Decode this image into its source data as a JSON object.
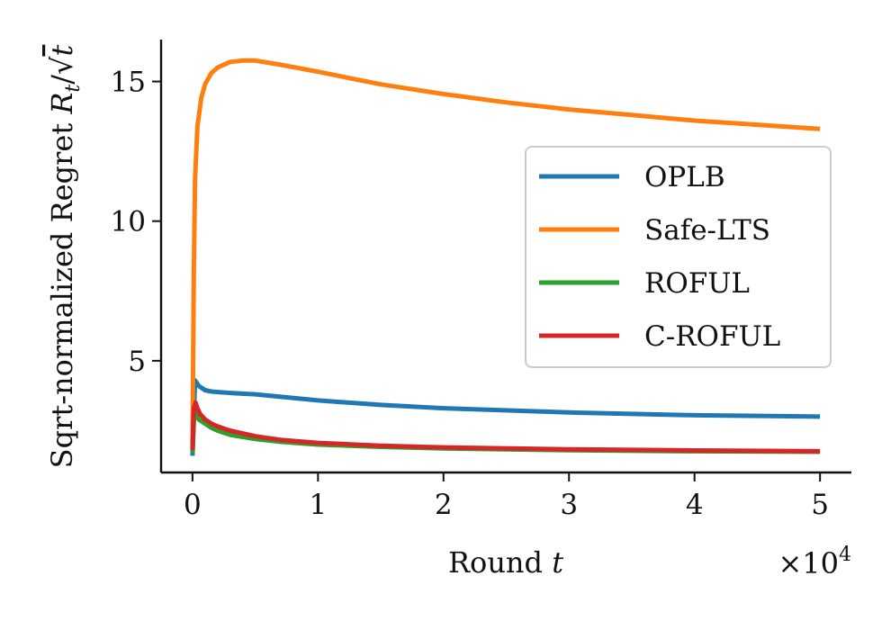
{
  "chart_data": {
    "type": "line",
    "xlabel": "Round t",
    "ylabel": "Sqrt-normalized Regret R_t/√t",
    "x_multiplier_label": "×10^4",
    "xlim": [
      -2500,
      52500
    ],
    "ylim": [
      1.0,
      16.5
    ],
    "xticks": [
      0,
      10000,
      20000,
      30000,
      40000,
      50000
    ],
    "xtick_labels": [
      "0",
      "1",
      "2",
      "3",
      "4",
      "5"
    ],
    "yticks": [
      5,
      10,
      15
    ],
    "ytick_labels": [
      "5",
      "10",
      "15"
    ],
    "grid": false,
    "legend_position": "center-right",
    "series": [
      {
        "name": "OPLB",
        "color": "#1f77b4",
        "x": [
          0,
          200,
          500,
          1000,
          1500,
          2000,
          3000,
          5000,
          10000,
          15000,
          20000,
          30000,
          40000,
          50000
        ],
        "y": [
          1.6,
          4.3,
          4.1,
          3.95,
          3.9,
          3.88,
          3.85,
          3.8,
          3.58,
          3.42,
          3.3,
          3.15,
          3.05,
          3.0
        ]
      },
      {
        "name": "Safe-LTS",
        "color": "#ff7f0e",
        "x": [
          0,
          100,
          200,
          400,
          700,
          1000,
          1500,
          2000,
          3000,
          4000,
          5000,
          7000,
          10000,
          15000,
          20000,
          25000,
          30000,
          35000,
          40000,
          45000,
          50000
        ],
        "y": [
          2.0,
          8.0,
          11.5,
          13.4,
          14.4,
          14.9,
          15.3,
          15.5,
          15.7,
          15.75,
          15.75,
          15.6,
          15.35,
          14.9,
          14.55,
          14.25,
          14.0,
          13.8,
          13.6,
          13.45,
          13.3
        ]
      },
      {
        "name": "ROFUL",
        "color": "#2ca02c",
        "x": [
          0,
          150,
          300,
          500,
          1000,
          1500,
          2000,
          3000,
          5000,
          7000,
          10000,
          15000,
          20000,
          30000,
          40000,
          50000
        ],
        "y": [
          1.7,
          3.3,
          3.05,
          2.9,
          2.75,
          2.6,
          2.5,
          2.35,
          2.2,
          2.1,
          2.0,
          1.92,
          1.86,
          1.8,
          1.76,
          1.74
        ]
      },
      {
        "name": "C-ROFUL",
        "color": "#d62728",
        "x": [
          0,
          100,
          250,
          400,
          600,
          1000,
          1500,
          2000,
          3000,
          5000,
          7000,
          10000,
          15000,
          20000,
          30000,
          40000,
          50000
        ],
        "y": [
          1.8,
          3.3,
          3.5,
          3.3,
          3.1,
          2.9,
          2.75,
          2.65,
          2.5,
          2.3,
          2.17,
          2.06,
          1.96,
          1.9,
          1.83,
          1.79,
          1.76
        ]
      }
    ]
  }
}
